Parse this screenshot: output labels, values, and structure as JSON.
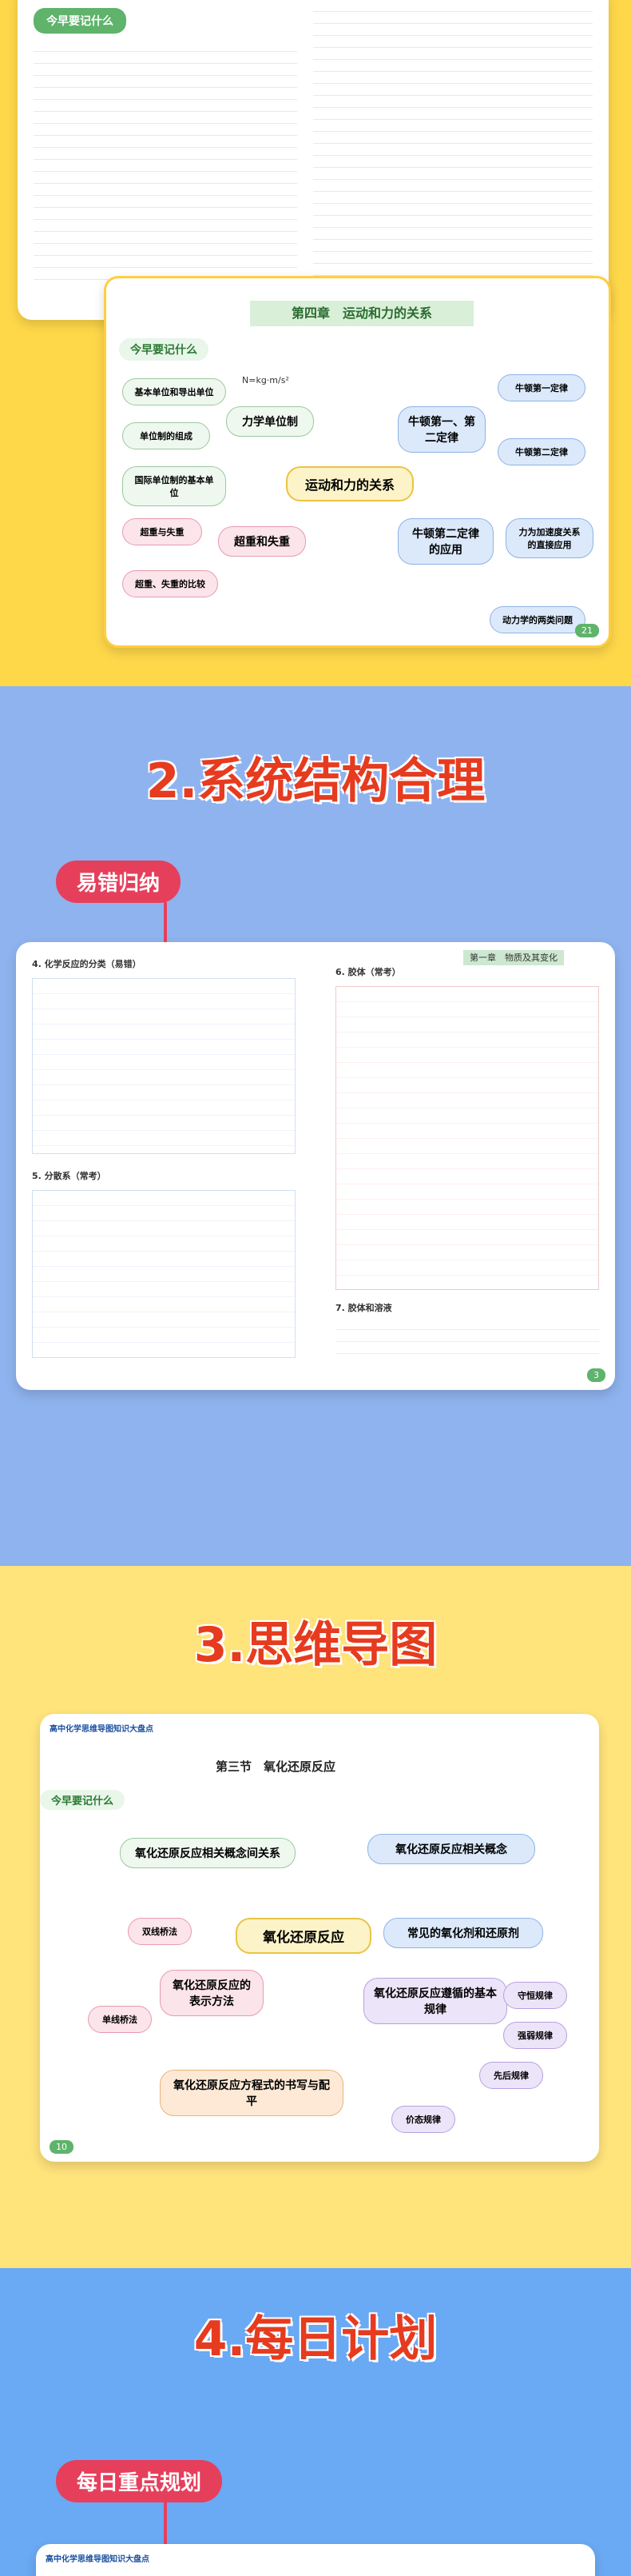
{
  "section1": {
    "page_title": "今早要记什么",
    "chapter": "第四章　运动和力的关系",
    "subhead": "今早要记什么",
    "center": "运动和力的关系",
    "left_nodes": [
      "力学单位制",
      "基本单位和导出单位",
      "单位制的组成",
      "国际单位制的基本单位",
      "超重和失重",
      "超重与失重",
      "超重、失重的比较"
    ],
    "right_nodes": [
      "牛顿第一、第二定律",
      "牛顿第一定律",
      "牛顿第二定律",
      "牛顿第二定律的应用",
      "力为加速度关系的直接应用",
      "动力学的两类问题"
    ],
    "note_left": "N=kg·m/s²",
    "page_no": "21"
  },
  "section2": {
    "heading": "2.系统结构合理",
    "pill": "易错归纳",
    "left_title": "4. 化学反应的分类（易错）",
    "left_title2": "5. 分散系（常考）",
    "right_title": "6. 胶体（常考）",
    "right_title2": "7. 胶体和溶液",
    "header_right": "第一章　物质及其变化",
    "page_no": "3"
  },
  "section3": {
    "heading": "3.思维导图",
    "banner": "高中化学思维导图知识大盘点",
    "chapter": "第三节　氧化还原反应",
    "subhead": "今早要记什么",
    "center": "氧化还原反应",
    "nodes": [
      "氧化还原反应相关概念间关系",
      "氧化还原反应相关概念",
      "常见的氧化剂和还原剂",
      "氧化还原反应遵循的基本规律",
      "氧化还原反应方程式的书写与配平",
      "氧化还原反应的表示方法",
      "双线桥法",
      "单线桥法",
      "守恒规律",
      "强弱规律",
      "先后规律",
      "价态规律"
    ],
    "page_no": "10"
  },
  "section4": {
    "heading": "4.每日计划",
    "pill": "每日重点规划",
    "banner": "高中化学思维导图知识大盘点"
  }
}
